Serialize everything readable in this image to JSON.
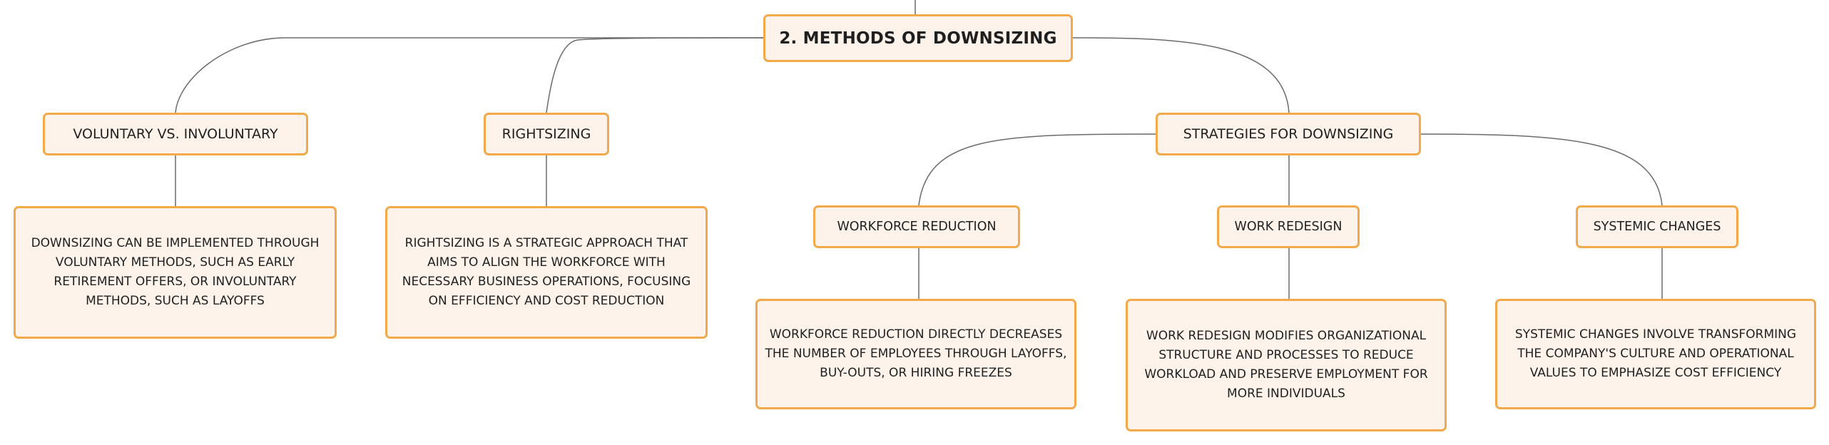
{
  "root": {
    "label": "2. METHODS OF DOWNSIZING"
  },
  "voluntary": {
    "label": "VOLUNTARY VS. INVOLUNTARY",
    "description": "DOWNSIZING CAN BE IMPLEMENTED THROUGH VOLUNTARY METHODS, SUCH AS EARLY RETIREMENT OFFERS, OR INVOLUNTARY METHODS, SUCH AS LAYOFFS"
  },
  "rightsizing": {
    "label": "RIGHTSIZING",
    "description": "RIGHTSIZING IS A STRATEGIC APPROACH THAT AIMS TO ALIGN THE WORKFORCE WITH NECESSARY BUSINESS OPERATIONS, FOCUSING ON EFFICIENCY AND COST REDUCTION"
  },
  "strategies": {
    "label": "STRATEGIES FOR DOWNSIZING",
    "workforce_reduction": {
      "label": "WORKFORCE REDUCTION",
      "description": "WORKFORCE REDUCTION DIRECTLY DECREASES THE NUMBER OF EMPLOYEES THROUGH LAYOFFS, BUY-OUTS, OR HIRING FREEZES"
    },
    "work_redesign": {
      "label": "WORK REDESIGN",
      "description": "WORK REDESIGN MODIFIES ORGANIZATIONAL STRUCTURE AND PROCESSES TO REDUCE WORKLOAD AND PRESERVE EMPLOYMENT FOR MORE INDIVIDUALS"
    },
    "systemic_changes": {
      "label": "SYSTEMIC CHANGES",
      "description": "SYSTEMIC CHANGES INVOLVE TRANSFORMING THE COMPANY'S CULTURE AND OPERATIONAL VALUES TO EMPHASIZE COST EFFICIENCY"
    }
  },
  "colors": {
    "node_fill": "#fdf3ea",
    "node_border": "#f2a94a",
    "connector": "#6b6b6b",
    "text": "#1f1f1f"
  }
}
